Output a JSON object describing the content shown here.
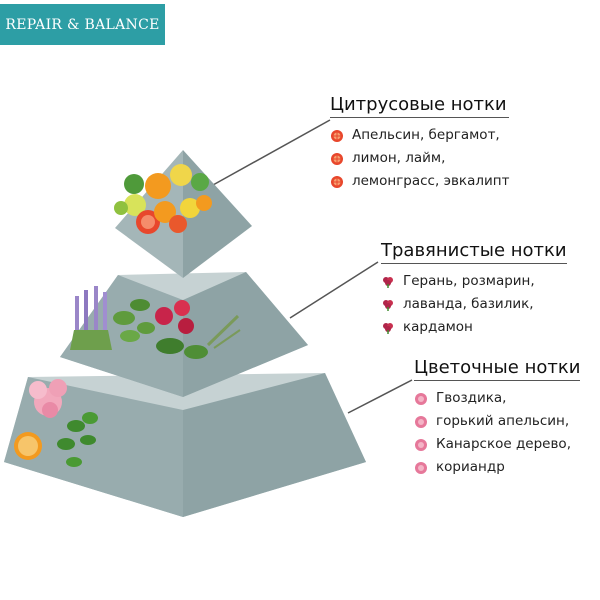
{
  "brand": {
    "label": "REPAIR & BALANCE",
    "color": "#2d9ea5"
  },
  "colors": {
    "pyramid_front": "#a4b6b8",
    "pyramid_side": "#8ea3a5",
    "pyramid_top": "#c6d2d3",
    "citrus_icon": "#e8472c",
    "herbal_icon": "#b0254a",
    "floral_icon": "#e6789a"
  },
  "tiers": [
    {
      "title": "Цитрусовые нотки",
      "icon": "orange-slice-icon",
      "items": [
        "Апельсин, бергамот,",
        "лимон, лайм,",
        "лемонграсс, эвкалипт"
      ]
    },
    {
      "title": "Травянистые нотки",
      "icon": "geranium-icon",
      "items": [
        "Герань, розмарин,",
        "лаванда, базилик,",
        "кардамон"
      ]
    },
    {
      "title": "Цветочные нотки",
      "icon": "pink-flower-icon",
      "items": [
        "Гвоздика,",
        "горький апельсин,",
        "Канарское дерево,",
        "кориандр"
      ]
    }
  ]
}
